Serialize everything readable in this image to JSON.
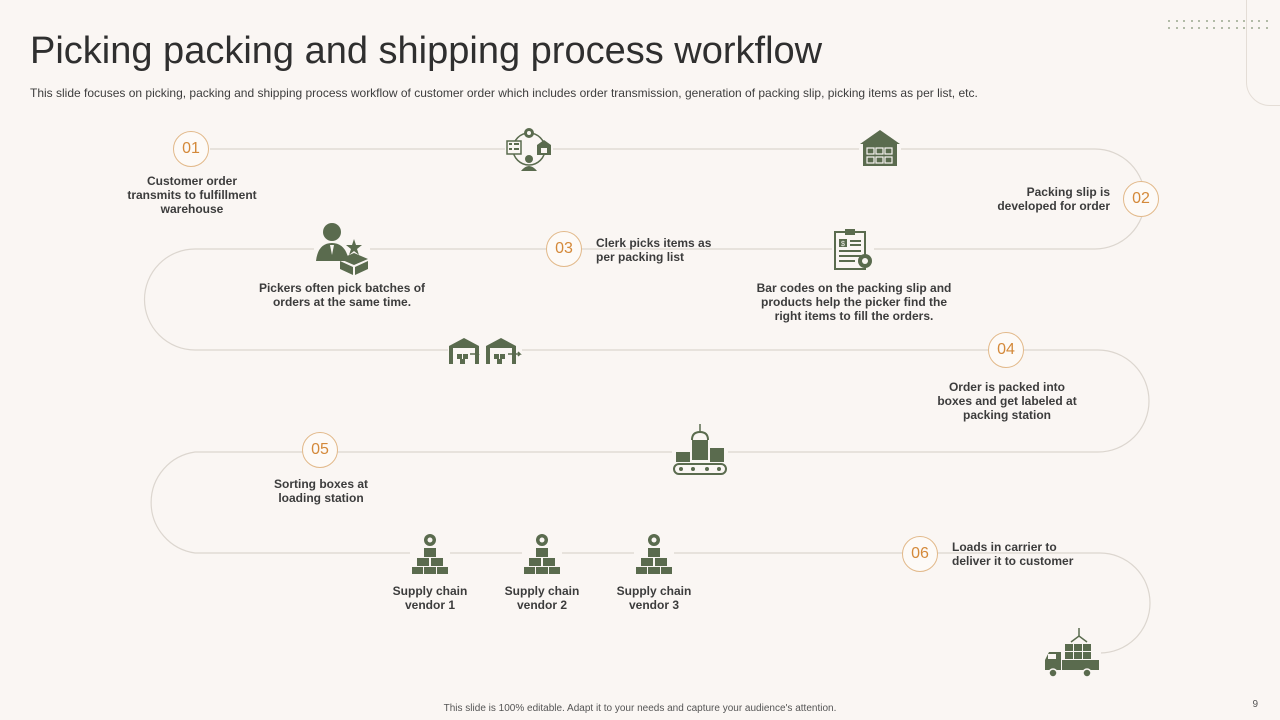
{
  "title": "Picking packing and shipping process workflow",
  "subtitle": "This slide focuses on picking, packing and shipping process workflow of customer order which includes order transmission, generation of packing slip, picking items as per list, etc.",
  "steps": [
    {
      "num": "01",
      "label": "Customer order transmits to fulfillment warehouse"
    },
    {
      "num": "02",
      "label": "Packing slip is developed for order"
    },
    {
      "num": "03",
      "label": "Clerk picks items as per packing list"
    },
    {
      "num": "04",
      "label": "Order is packed into boxes and get labeled at packing station"
    },
    {
      "num": "05",
      "label": "Sorting boxes at loading station"
    },
    {
      "num": "06",
      "label": "Loads in carrier to deliver it to customer"
    }
  ],
  "notes": {
    "pickers": "Pickers often pick batches of orders at the same time.",
    "barcodes": "Bar codes on the packing slip and products help the picker find the right items to fill the orders."
  },
  "vendors": [
    "Supply chain vendor 1",
    "Supply chain vendor 2",
    "Supply chain vendor 3"
  ],
  "footer": "This slide is 100% editable. Adapt it to your needs and capture your audience's attention.",
  "page_number": "9",
  "colors": {
    "accent": "#d4893a",
    "icon": "#5a6b4e",
    "line": "#dcd6cf",
    "background": "#faf6f3"
  },
  "icons": [
    "order-process-icon",
    "warehouse-icon",
    "picker-icon",
    "packing-slip-icon",
    "warehouse-transfer-icon",
    "conveyor-icon",
    "supply-chain-icon",
    "delivery-truck-icon"
  ]
}
